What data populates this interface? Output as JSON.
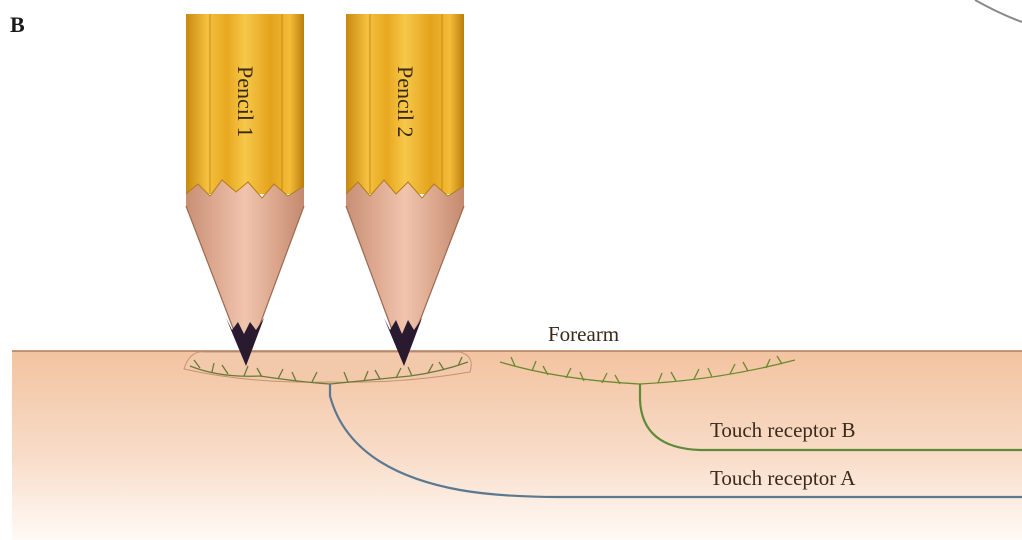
{
  "panel_letter": "B",
  "pencils": [
    {
      "label": "Pencil 1"
    },
    {
      "label": "Pencil 2"
    }
  ],
  "forearm_label": "Forearm",
  "receptors": [
    {
      "label": "Touch receptor B",
      "color": "#5e8a3a"
    },
    {
      "label": "Touch receptor A",
      "color": "#5a7890"
    }
  ],
  "colors": {
    "pencil_body": "#f2b830",
    "pencil_wood": "#e9b896",
    "pencil_tip": "#2a1a30",
    "skin_top": "#f5c9a8",
    "skin_bottom": "#fdf3ec"
  }
}
